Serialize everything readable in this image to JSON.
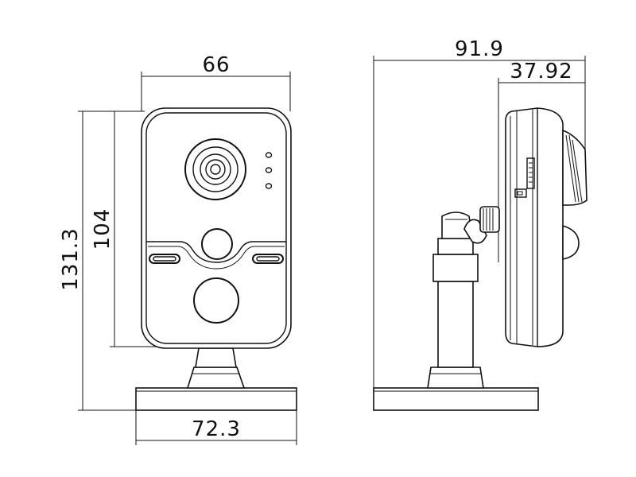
{
  "diagram": {
    "front_view": {
      "width_dimension": "66",
      "body_height_dimension": "104",
      "total_height_dimension": "131.3",
      "base_width_dimension": "72.3"
    },
    "side_view": {
      "total_depth_dimension": "91.9",
      "body_depth_dimension": "37.92"
    }
  }
}
